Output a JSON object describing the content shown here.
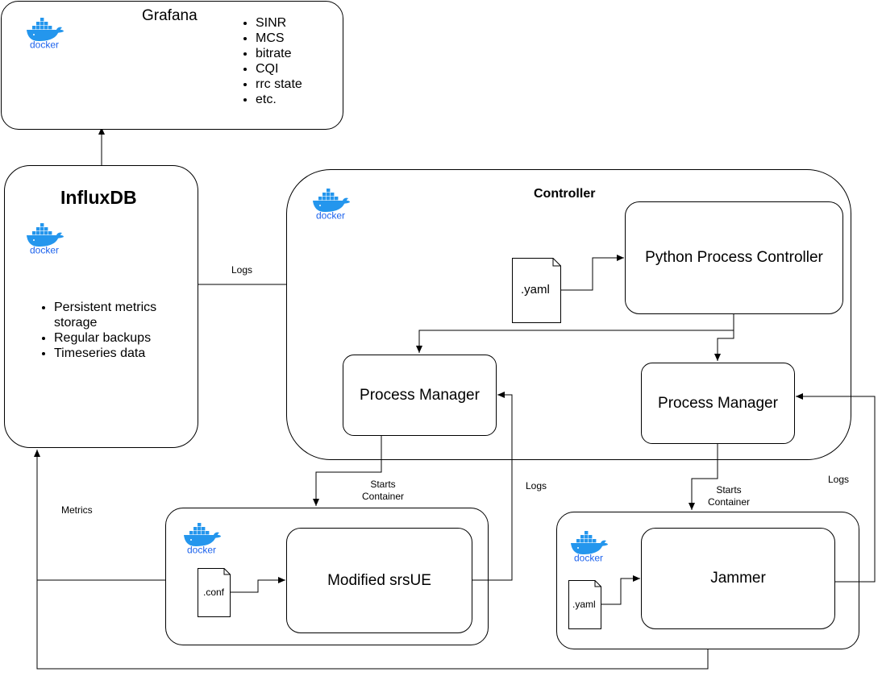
{
  "grafana": {
    "title": "Grafana",
    "metrics": [
      "SINR",
      "MCS",
      "bitrate",
      "CQI",
      "rrc state",
      "etc."
    ]
  },
  "influxdb": {
    "title": "InfluxDB",
    "features": [
      "Persistent metrics storage",
      "Regular backups",
      "Timeseries data"
    ]
  },
  "controller": {
    "title": "Controller",
    "python_process_controller": "Python Process Controller",
    "yaml_file": ".yaml",
    "process_manager_left": "Process Manager",
    "process_manager_right": "Process Manager"
  },
  "srsue": {
    "title": "Modified srsUE",
    "conf_file": ".conf"
  },
  "jammer": {
    "title": "Jammer",
    "yaml_file": ".yaml"
  },
  "edges": {
    "logs_influx": "Logs",
    "starts_container_srsue": "Starts\nContainer",
    "starts_container_jammer": "Starts\nContainer",
    "logs_srsue": "Logs",
    "logs_jammer": "Logs",
    "metrics": "Metrics"
  },
  "docker_logo": {
    "text": "docker",
    "color": "#1d63ed",
    "accent": "#2496ed"
  }
}
